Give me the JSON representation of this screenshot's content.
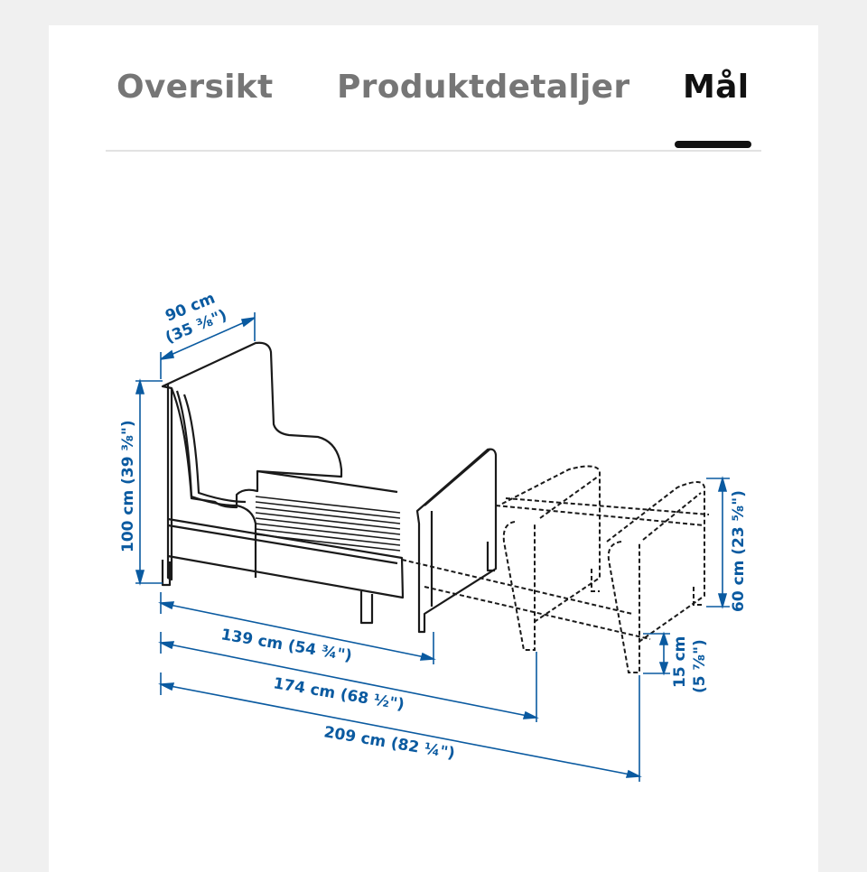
{
  "tabs": [
    {
      "label": "Oversikt",
      "active": false
    },
    {
      "label": "Produktdetaljer",
      "active": false
    },
    {
      "label": "Mål",
      "active": true
    }
  ],
  "dimensions": {
    "width": "90 cm",
    "width_in": "(35 ⅜\")",
    "height": "100 cm (39 ⅜\")",
    "length_short": "139 cm (54 ¾\")",
    "length_mid": "174 cm (68 ½\")",
    "length_long": "209 cm (82 ¼\")",
    "headboard_height": "60 cm (23 ⅝\")",
    "clearance": "15 cm",
    "clearance_in": "(5 ⅞\")"
  },
  "colors": {
    "dimension": "#0a5aa0",
    "outline": "#1a1a1a",
    "active_tab": "#111111",
    "inactive_tab": "#767676"
  }
}
